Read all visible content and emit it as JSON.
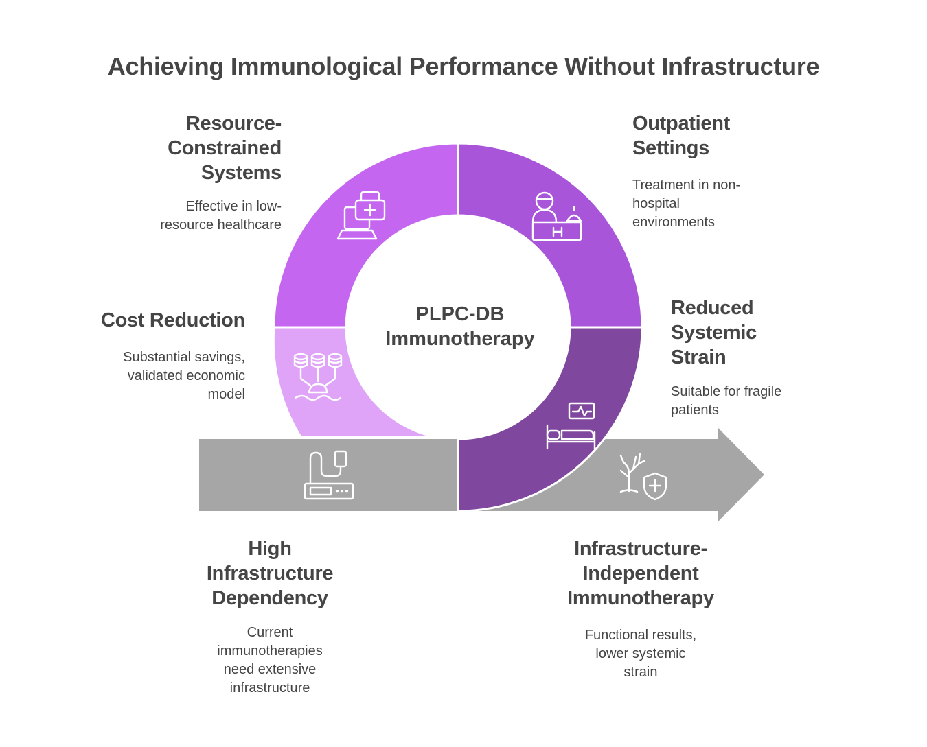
{
  "title": "Achieving Immunological Performance Without Infrastructure",
  "center": {
    "line1": "PLPC-DB",
    "line2": "Immunotherapy"
  },
  "segments": {
    "resource": {
      "head": [
        "Resource-",
        "Constrained",
        "Systems"
      ],
      "desc": [
        "Effective in low-",
        "resource healthcare"
      ],
      "icon": "laptop-medical-icon",
      "color": "#c466f0"
    },
    "outpatient": {
      "head": [
        "Outpatient",
        "Settings"
      ],
      "desc": [
        "Treatment in non-",
        "hospital",
        "environments"
      ],
      "icon": "hospital-reception-icon",
      "color": "#a855d9"
    },
    "strain": {
      "head": [
        "Reduced",
        "Systemic",
        "Strain"
      ],
      "desc": [
        "Suitable for fragile",
        "patients"
      ],
      "icon": "hospital-bed-monitor-icon",
      "color": "#80479e"
    },
    "cost": {
      "head": [
        "Cost Reduction"
      ],
      "desc": [
        "Substantial savings,",
        "validated economic",
        "model"
      ],
      "icon": "coins-savings-icon",
      "color": "#dfa3f7"
    }
  },
  "arrow": {
    "left": {
      "head": [
        "High",
        "Infrastructure",
        "Dependency"
      ],
      "desc": [
        "Current",
        "immunotherapies",
        "need extensive",
        "infrastructure"
      ],
      "icon": "infusion-pump-icon"
    },
    "right": {
      "head": [
        "Infrastructure-",
        "Independent",
        "Immunotherapy"
      ],
      "desc": [
        "Functional results,",
        "lower systemic",
        "strain"
      ],
      "icon": "shield-immunity-icon"
    },
    "color": "#a6a6a6"
  }
}
